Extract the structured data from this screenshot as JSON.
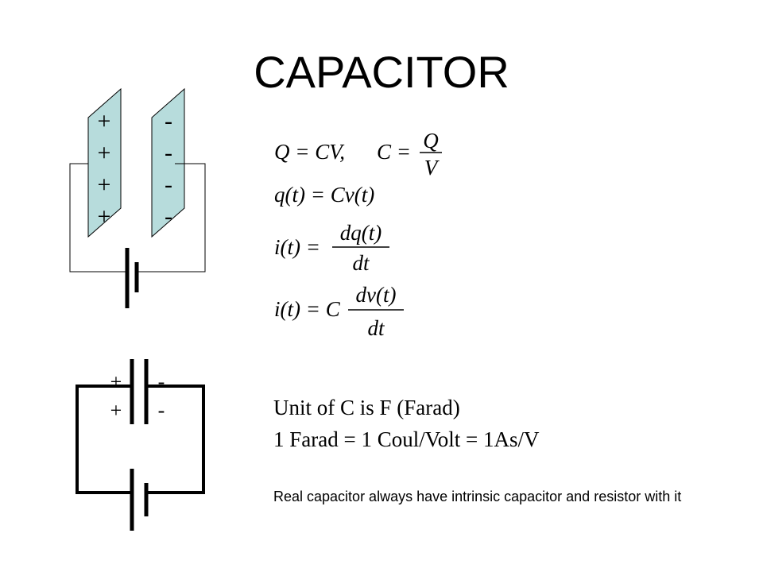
{
  "title": "CAPACITOR",
  "colors": {
    "plate": "#b7dcdc",
    "ink": "#000000"
  },
  "plate_signs": {
    "positive": [
      "+",
      "+",
      "+",
      "+"
    ],
    "negative": [
      "-",
      "-",
      "-",
      "-"
    ]
  },
  "symbol_signs": {
    "positive": [
      "+",
      "+"
    ],
    "negative": [
      "-",
      "-"
    ]
  },
  "equations": {
    "eq1_left": "Q = CV,",
    "eq1_c": "C =",
    "eq1_num": "Q",
    "eq1_den": "V",
    "eq2": "q(t) = Cv(t)",
    "eq3_left": "i(t) =",
    "eq3_num": "dq(t)",
    "eq3_den": "dt",
    "eq4_left": "i(t) = C",
    "eq4_num": "dv(t)",
    "eq4_den": "dt"
  },
  "unit_line1": "Unit of C is F (Farad)",
  "unit_line2": "1 Farad = 1 Coul/Volt = 1As/V",
  "note": "Real capacitor always have intrinsic capacitor and resistor with it"
}
